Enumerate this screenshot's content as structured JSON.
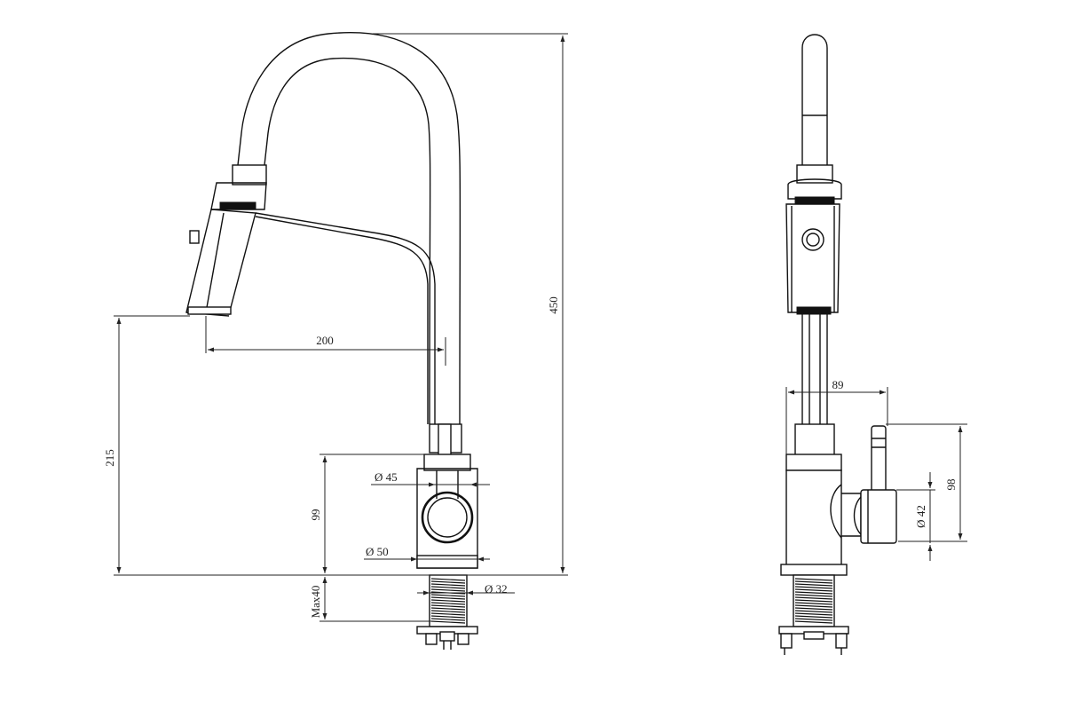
{
  "dimensions": {
    "side_height": "450",
    "spout_reach": "200",
    "spout_clearance": "215",
    "body_height": "99",
    "handle_diameter": "Ø 45",
    "base_diameter": "Ø 50",
    "shank_diameter": "Ø 32",
    "max_deck": "Max40",
    "front_width": "89",
    "front_handle_height": "98",
    "front_handle_diameter": "Ø 42"
  }
}
